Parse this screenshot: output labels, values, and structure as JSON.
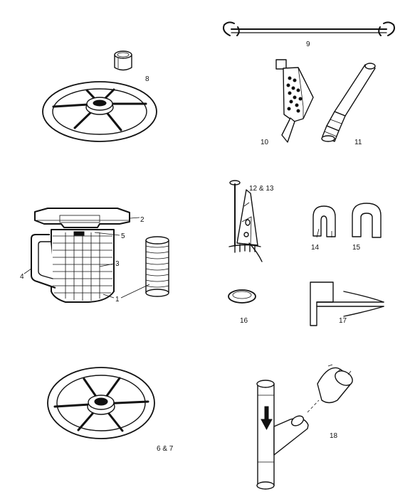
{
  "parts": {
    "p1": "1",
    "p2": "2",
    "p3": "3",
    "p4": "4",
    "p5": "5",
    "p6_7": "6 & 7",
    "p8": "8",
    "p9": "9",
    "p10": "10",
    "p11": "11",
    "p12_13": "12 & 13",
    "p14": "14",
    "p15": "15",
    "p16": "16",
    "p17": "17",
    "p18": "18"
  }
}
